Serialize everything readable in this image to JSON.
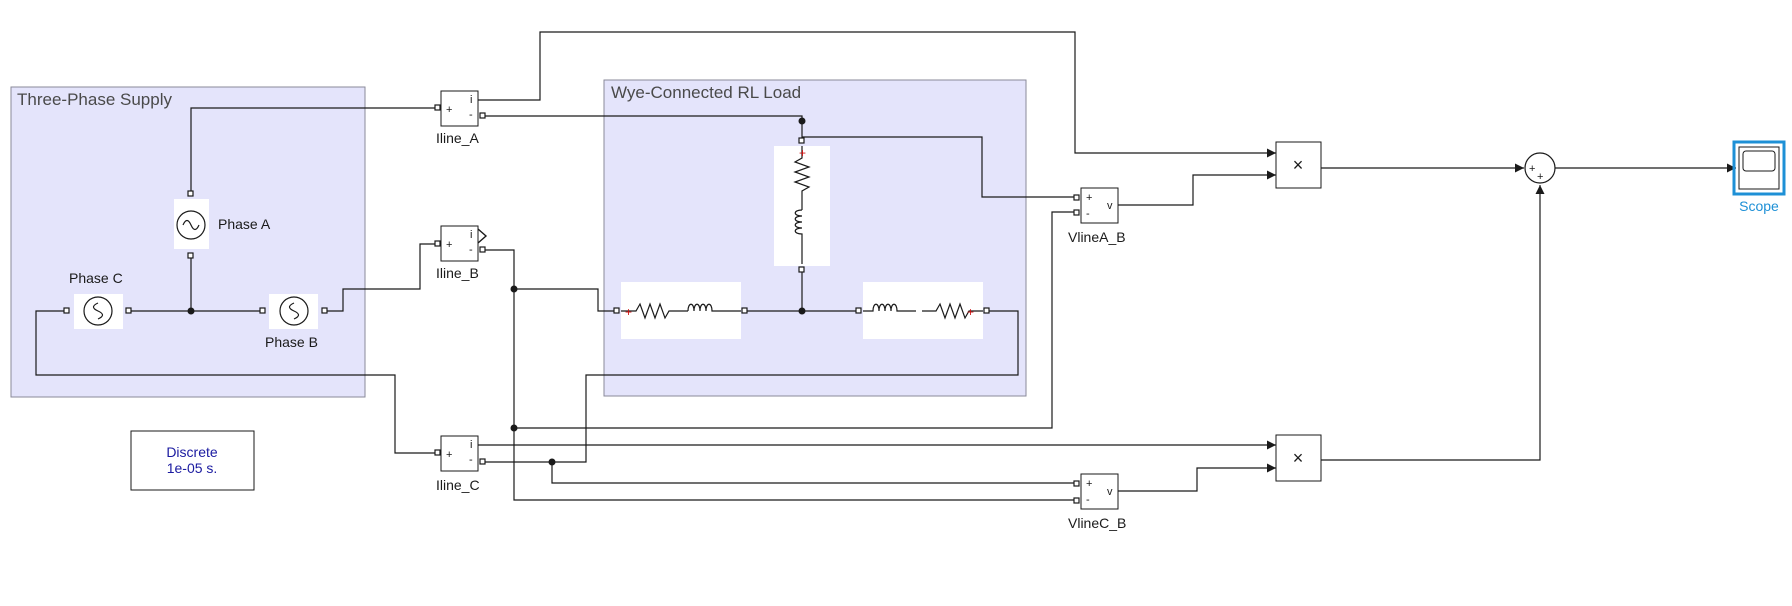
{
  "areas": {
    "supply_title": "Three-Phase Supply",
    "load_title": "Wye-Connected RL Load"
  },
  "sources": {
    "phase_a": "Phase A",
    "phase_b": "Phase B",
    "phase_c": "Phase C"
  },
  "current_meters": {
    "a": "Iline_A",
    "b": "Iline_B",
    "c": "Iline_C",
    "port_plus": "+",
    "port_minus": "-",
    "out": "i"
  },
  "voltage_meters": {
    "ab": "VlineA_B",
    "cb": "VlineC_B",
    "port_plus": "+",
    "port_minus": "-",
    "out": "v"
  },
  "math": {
    "product_symbol": "×",
    "sum_plus": "+"
  },
  "scope": {
    "label": "Scope"
  },
  "powergui": {
    "line1": "Discrete",
    "line2": "1e-05 s."
  },
  "colors": {
    "area_fill": "#e4e4fb",
    "area_border": "#8a8a9a",
    "scope_highlight": "#1e90d6",
    "powergui_text": "#1a1aa0"
  }
}
